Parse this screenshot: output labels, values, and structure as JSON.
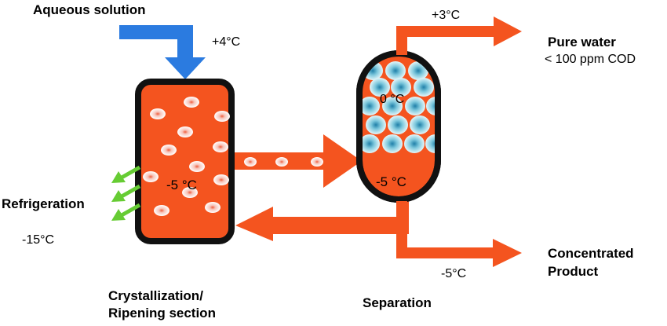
{
  "title": "Aqueous solution",
  "temps": {
    "inlet": "+4°C",
    "water_out": "+3°C",
    "separator_top": "0 °C",
    "separator_bottom": "-5 °C",
    "crystallizer": "-5 °C",
    "refrigeration": "-15°C",
    "product_out": "-5°C"
  },
  "labels": {
    "pure_water": "Pure water",
    "cod": "< 100 ppm COD",
    "refrigeration": "Refrigeration",
    "concentrated_line1": "Concentrated",
    "concentrated_line2": "Product",
    "crystallization_line1": "Crystallization/",
    "crystallization_line2": "Ripening section",
    "separation": "Separation"
  },
  "colors": {
    "inlet_arrow": "#2b7be0",
    "flow": "#f4541f",
    "refrigeration_arrow": "#66cc33",
    "outline": "#111111",
    "ice_crystal": "#bfe8f0"
  },
  "icons": {
    "inlet": "down-arrow-icon",
    "refrigeration": "cooling-arrow-icon",
    "crystal": "ice-crystal-icon"
  }
}
